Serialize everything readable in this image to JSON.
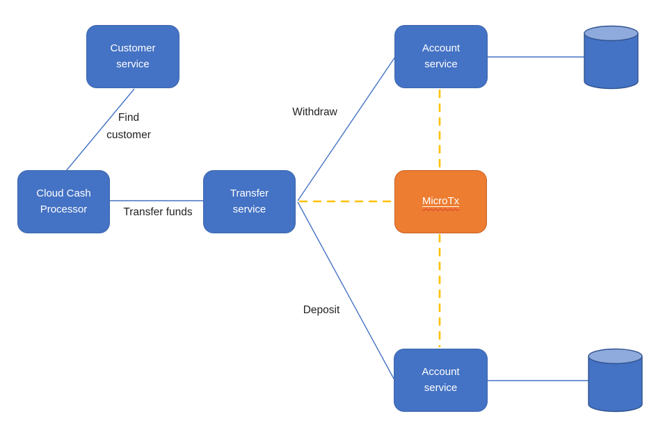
{
  "diagram": {
    "type": "architecture-flow-diagram",
    "nodes": {
      "customer_service": {
        "label": "Customer\nservice",
        "shape": "rounded-rect",
        "color": "#4472C4"
      },
      "cloud_cash_processor": {
        "label": "Cloud Cash\nProcessor",
        "shape": "rounded-rect",
        "color": "#4472C4"
      },
      "transfer_service": {
        "label": "Transfer\nservice",
        "shape": "rounded-rect",
        "color": "#4472C4"
      },
      "account_service_top": {
        "label": "Account\nservice",
        "shape": "rounded-rect",
        "color": "#4472C4"
      },
      "microtx": {
        "label": "MicroTx",
        "shape": "rounded-rect",
        "color": "#ED7D31",
        "text_decoration": "underline-with-red-squiggle"
      },
      "account_service_bottom": {
        "label": "Account\nservice",
        "shape": "rounded-rect",
        "color": "#4472C4"
      },
      "database_top": {
        "shape": "database-cylinder",
        "color": "#4472C4"
      },
      "database_bottom": {
        "shape": "database-cylinder",
        "color": "#4472C4"
      }
    },
    "edge_labels": {
      "find_customer": "Find\ncustomer",
      "transfer_funds": "Transfer funds",
      "withdraw": "Withdraw",
      "deposit": "Deposit"
    },
    "edges": [
      {
        "from": "cloud_cash_processor",
        "to": "customer_service",
        "style": "solid",
        "label": "Find customer"
      },
      {
        "from": "cloud_cash_processor",
        "to": "transfer_service",
        "style": "solid",
        "label": "Transfer funds"
      },
      {
        "from": "transfer_service",
        "to": "account_service_top",
        "style": "solid",
        "label": "Withdraw"
      },
      {
        "from": "transfer_service",
        "to": "account_service_bottom",
        "style": "solid",
        "label": "Deposit"
      },
      {
        "from": "transfer_service",
        "to": "microtx",
        "style": "dashed-gold",
        "label": ""
      },
      {
        "from": "microtx",
        "to": "account_service_top",
        "style": "dashed-gold",
        "label": ""
      },
      {
        "from": "microtx",
        "to": "account_service_bottom",
        "style": "dashed-gold",
        "label": ""
      },
      {
        "from": "account_service_top",
        "to": "database_top",
        "style": "solid",
        "label": ""
      },
      {
        "from": "account_service_bottom",
        "to": "database_bottom",
        "style": "solid",
        "label": ""
      }
    ],
    "colors": {
      "node_blue": "#4472C4",
      "node_blue_border": "#3D66AC",
      "node_orange": "#ED7D31",
      "node_orange_border": "#C55F27",
      "connector_blue": "#4472C4",
      "connector_dashed_gold": "#FFC000",
      "cylinder_body": "#4472C4",
      "cylinder_top": "#8FAADC",
      "cylinder_outline": "#2F528F",
      "node_text": "#FFFFFF",
      "edge_label_text": "#1F1F1F",
      "spellcheck_underline": "#E03C31",
      "background": "#FFFFFF"
    }
  }
}
